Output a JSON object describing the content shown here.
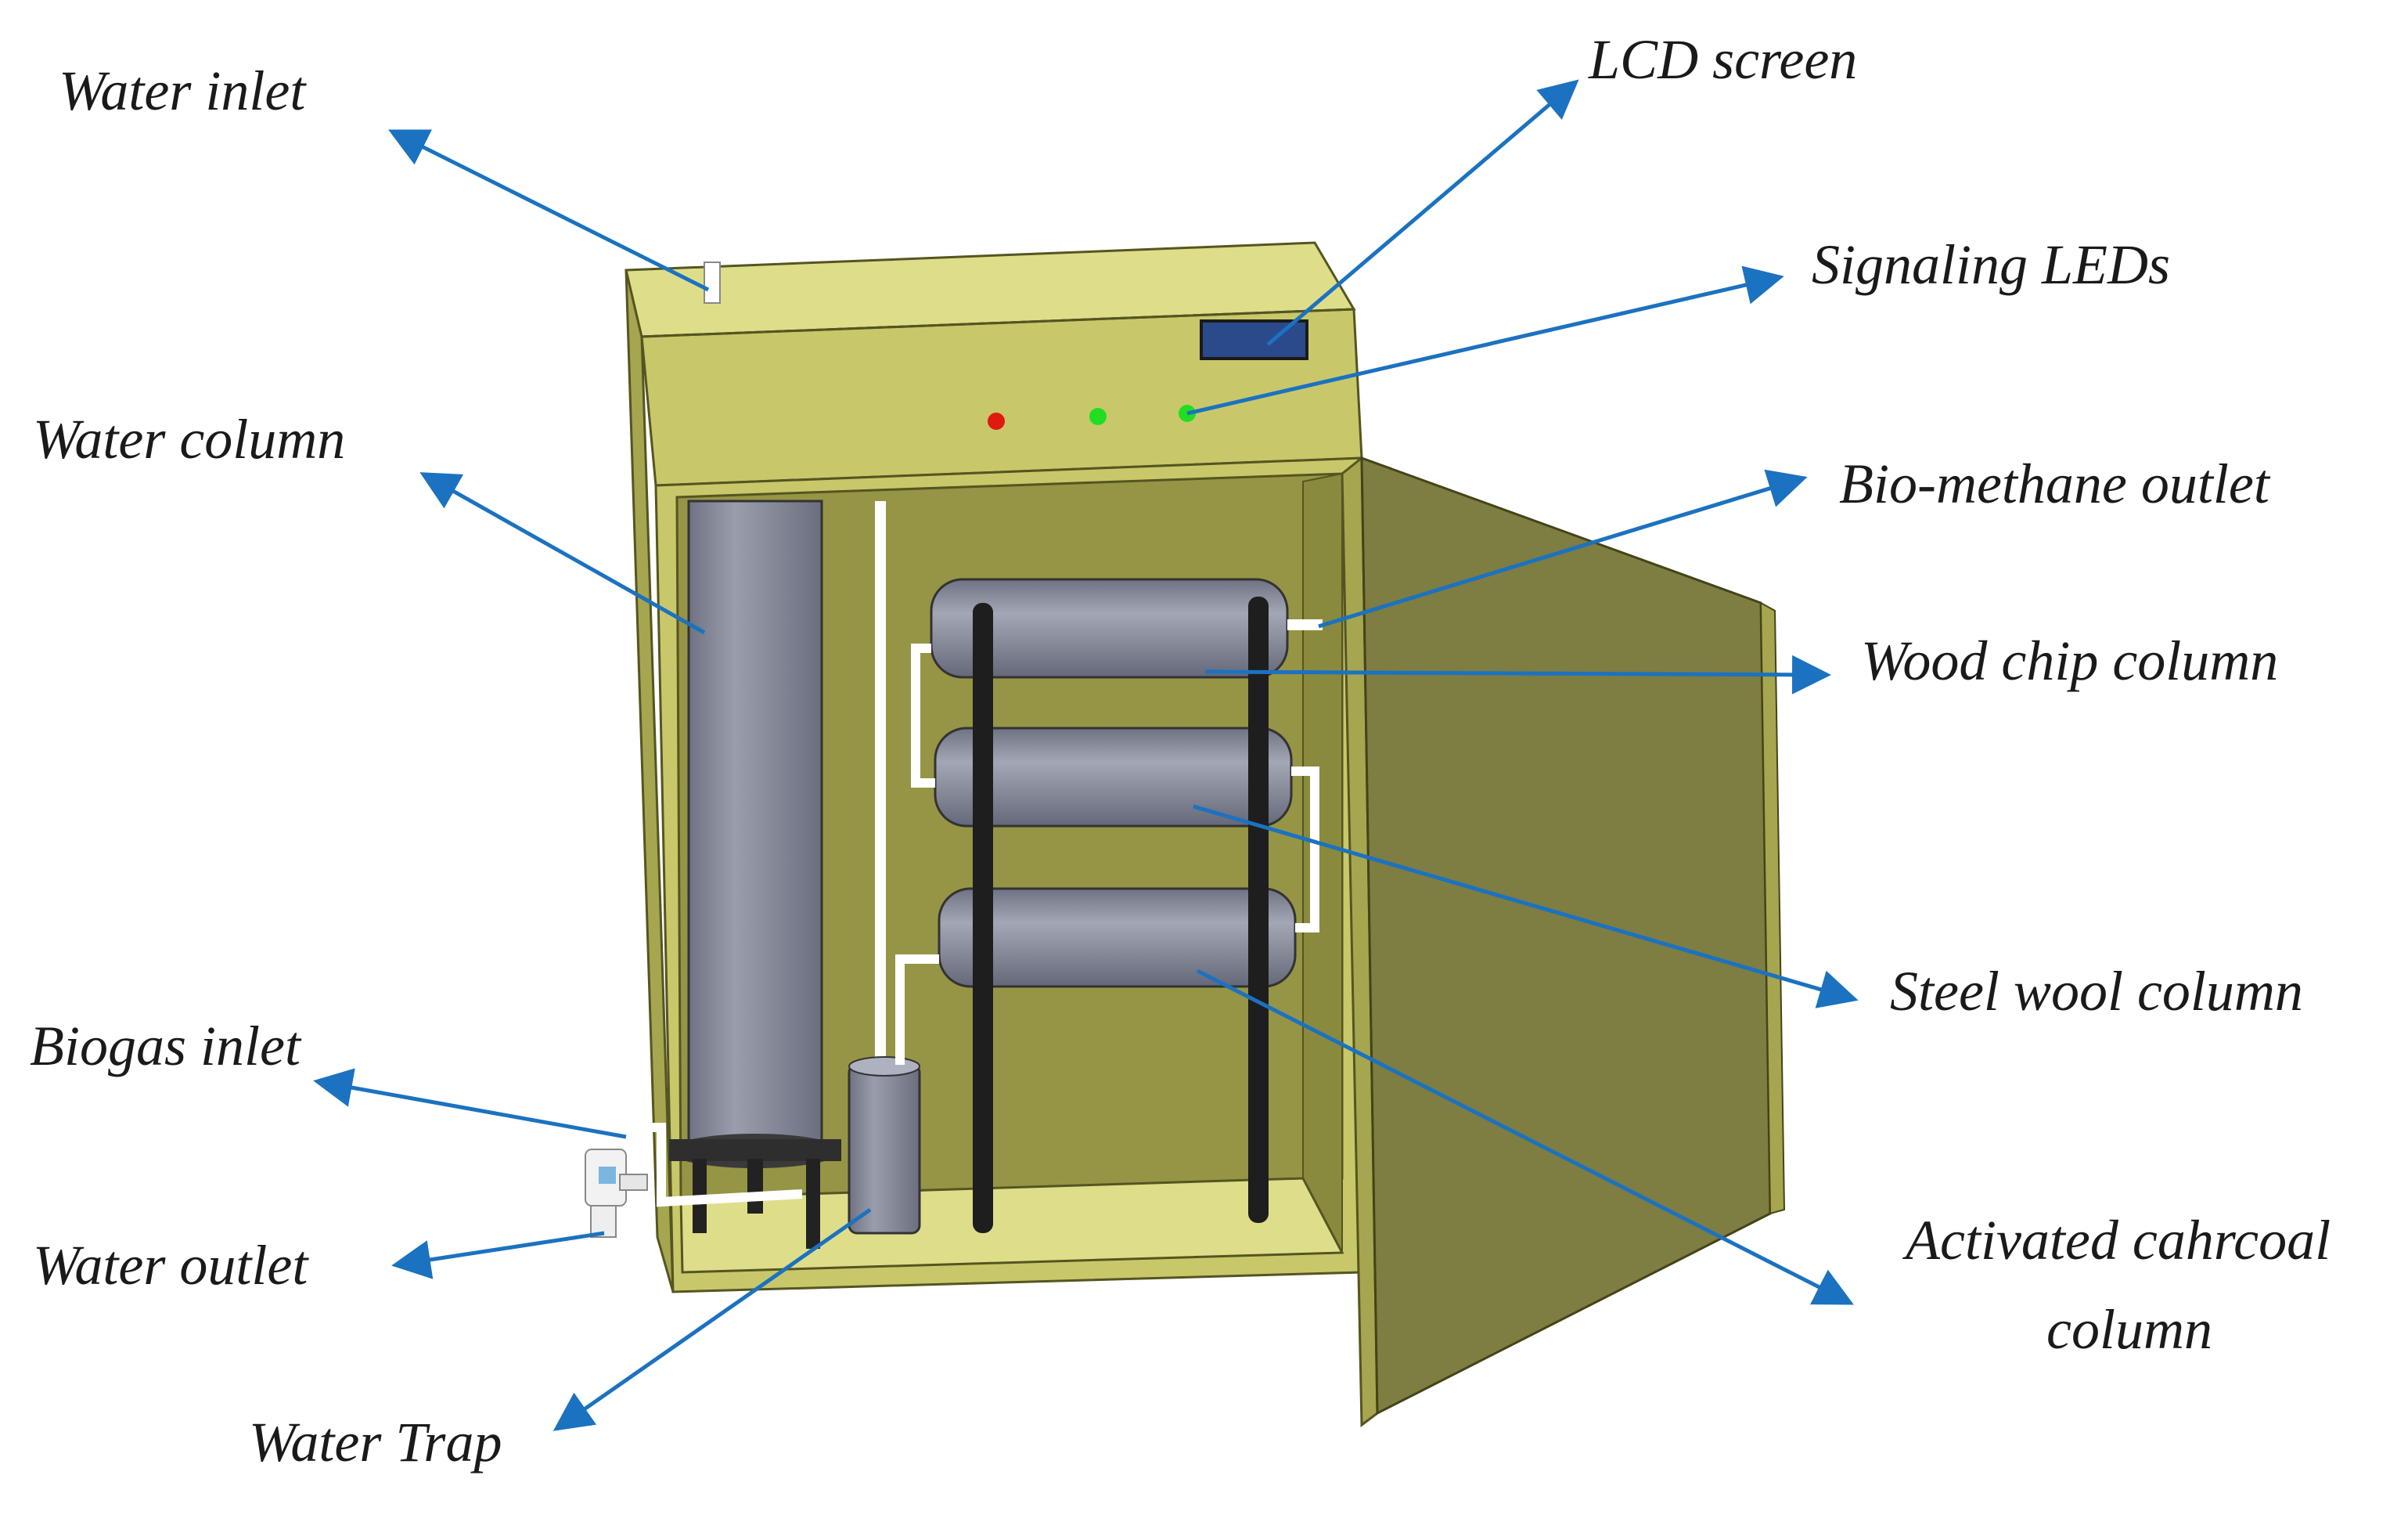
{
  "labels": {
    "water_inlet": "Water inlet",
    "lcd_screen": "LCD screen",
    "signaling_leds": "Signaling LEDs",
    "water_column": "Water column",
    "bio_methane_outlet": "Bio-methane outlet",
    "wood_chip_column": "Wood chip column",
    "steel_wool_column": "Steel wool column",
    "activated_line1": "Activated cahrcoal",
    "activated_line2": "column",
    "biogas_inlet": "Biogas inlet",
    "water_outlet": "Water outlet",
    "water_trap": "Water Trap"
  },
  "colors": {
    "arrow": "#1b72c0",
    "cabinet_front": "#c8c86a",
    "cabinet_top": "#dede8a",
    "cabinet_side": "#a6a650",
    "interior": "#959545",
    "door": "#7e7d42",
    "door_edge": "#a6a650",
    "column_gray": "#858998",
    "led_red": "#e01a10",
    "led_green": "#22dd22",
    "lcd": "#2a4a8c",
    "rod": "#1e1e1e",
    "pipe": "#ffffff"
  },
  "icons": {
    "arrow_head": "arrowhead-icon"
  }
}
